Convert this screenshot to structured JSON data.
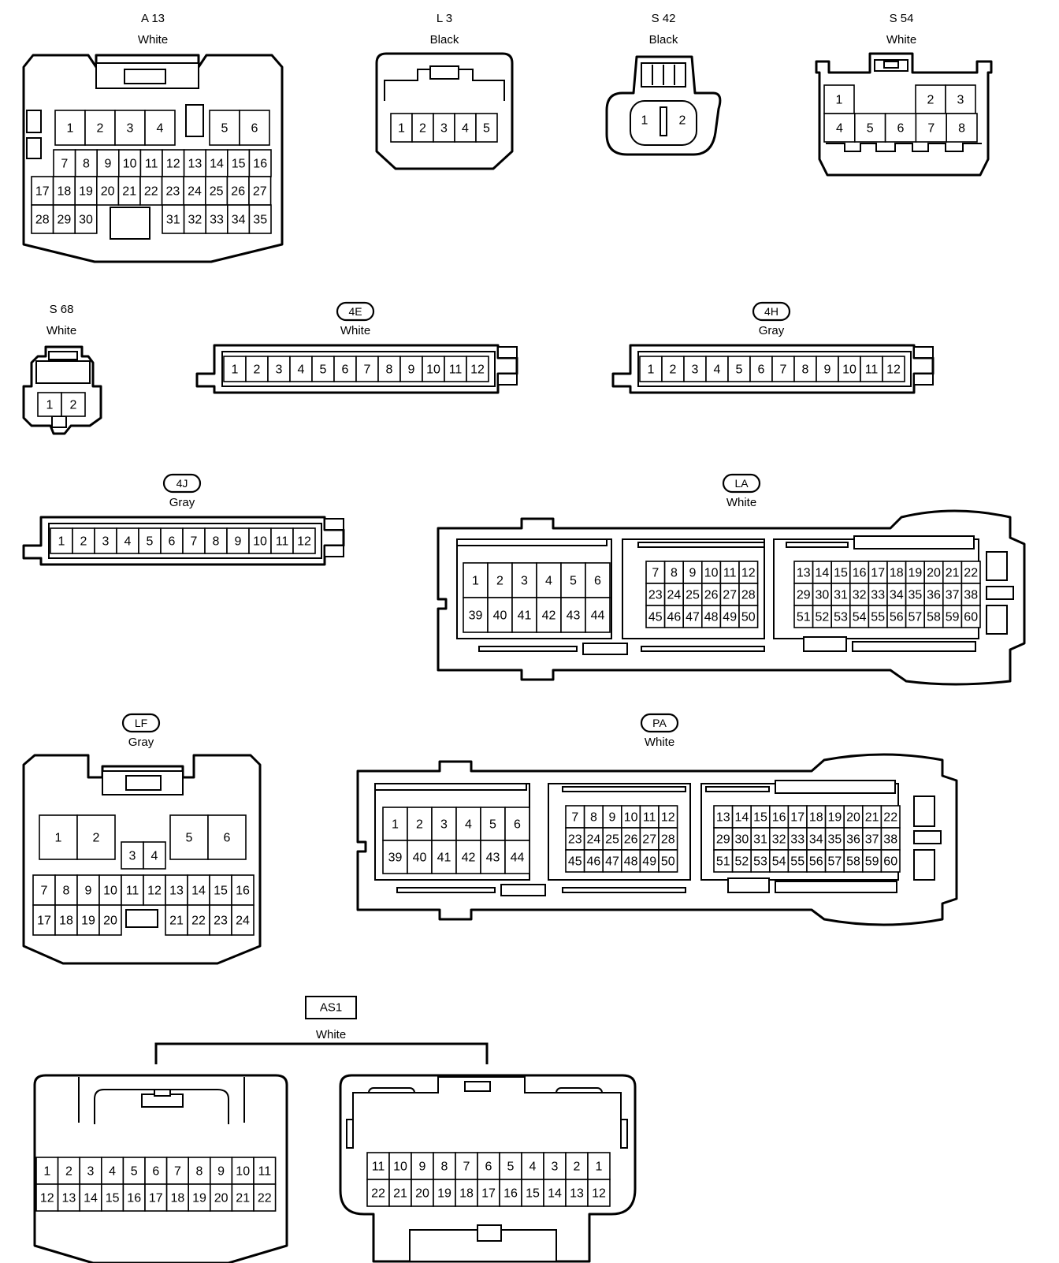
{
  "connectors": {
    "A13": {
      "code": "A 13",
      "color": "White"
    },
    "L3": {
      "code": "L 3",
      "color": "Black"
    },
    "S42": {
      "code": "S 42",
      "color": "Black"
    },
    "S54": {
      "code": "S 54",
      "color": "White"
    },
    "S68": {
      "code": "S 68",
      "color": "White"
    },
    "C4E": {
      "code": "4E",
      "color": "White"
    },
    "C4H": {
      "code": "4H",
      "color": "Gray"
    },
    "C4J": {
      "code": "4J",
      "color": "Gray"
    },
    "LA": {
      "code": "LA",
      "color": "White"
    },
    "LF": {
      "code": "LF",
      "color": "Gray"
    },
    "PA": {
      "code": "PA",
      "color": "White"
    },
    "AS1": {
      "code": "AS1",
      "color": "White"
    }
  }
}
